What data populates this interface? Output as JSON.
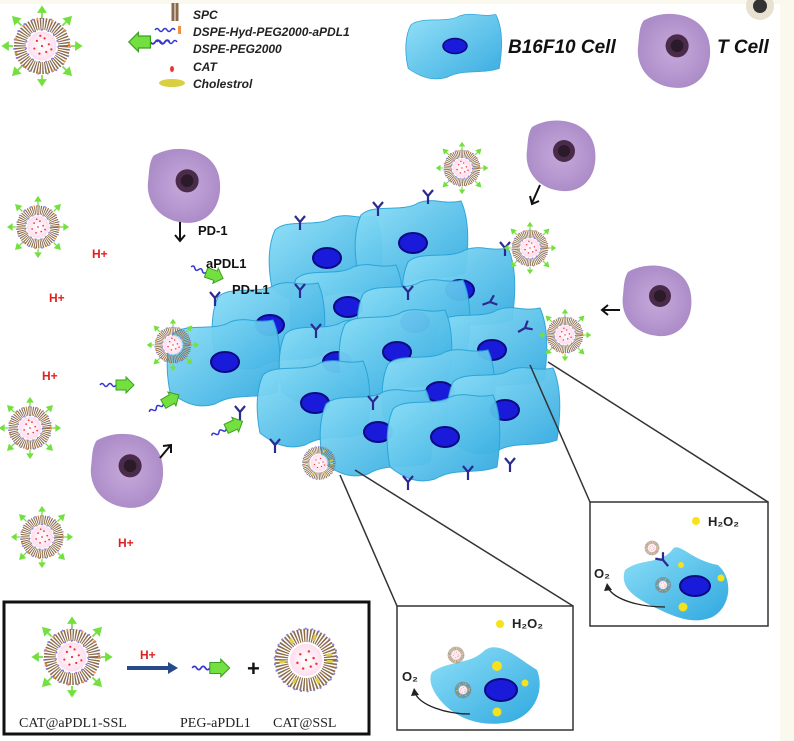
{
  "legend": {
    "items": [
      "SPC",
      "DSPE-Hyd-PEG2000-aPDL1",
      "DSPE-PEG2000",
      "CAT",
      "Cholestrol"
    ],
    "tumor_cell": "B16F10 Cell",
    "t_cell": "T Cell"
  },
  "labels": {
    "pd1": "PD-1",
    "apdl1": "aPDL1",
    "pdl1": "PD-L1",
    "proton": "H+",
    "h2o2": "H₂O₂",
    "o2": "O₂"
  },
  "reaction": {
    "trigger": "H+",
    "reactant": "CAT@aPDL1-SSL",
    "product1": "PEG-aPDL1",
    "plus": "+",
    "product2": "CAT@SSL"
  },
  "colors": {
    "cell": "#4cc3ec",
    "nucleus": "#1a1adb",
    "tcell": "#b99ad0",
    "arrow_green": "#6ee040",
    "proton": "#e02020",
    "h2o2": "#f5e21a"
  }
}
